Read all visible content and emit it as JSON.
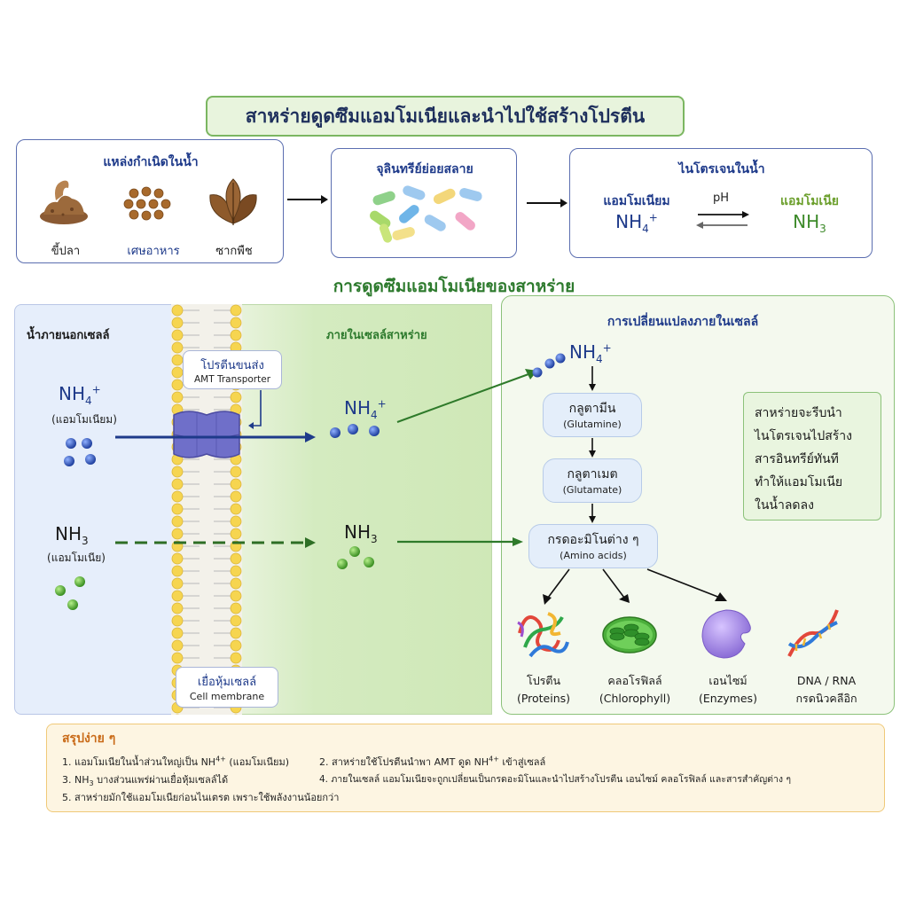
{
  "title": "สาหร่ายดูดซึมแอมโมเนียและนำไปใช้สร้างโปรตีน",
  "sources": {
    "title": "แหล่งกำเนิดในน้ำ",
    "items": [
      "ขี้ปลา",
      "เศษอาหาร",
      "ซากพืช"
    ]
  },
  "decomposition": {
    "title": "จุลินทรีย์ย่อยสลาย"
  },
  "nitrogen": {
    "title": "ไนโตรเจนในน้ำ",
    "ammonium_label": "แอมโมเนียม",
    "ammonium_formula": "NH",
    "ammonium_sub": "4",
    "ammonium_sup": "+",
    "ph_label": "pH",
    "ammonia_label": "แอมโมเนีย",
    "ammonia_formula": "NH",
    "ammonia_sub": "3"
  },
  "absorption_title": "การดูดซึมแอมโมเนียของสาหร่าย",
  "outside": {
    "label": "น้ำภายนอกเซลล์",
    "ammonium_formula": "NH",
    "ammonium_sub": "4",
    "ammonium_sup": "+",
    "ammonium_name": "(แอมโมเนียม)",
    "ammonia_formula": "NH",
    "ammonia_sub": "3",
    "ammonia_name": "(แอมโมเนีย)"
  },
  "transporter": {
    "th": "โปรตีนขนส่ง",
    "en": "AMT Transporter"
  },
  "membrane": {
    "th": "เยื่อหุ้มเซลล์",
    "en": "Cell membrane"
  },
  "inside": {
    "label": "ภายในเซลล์สาหร่าย",
    "ammonium_formula": "NH",
    "ammonium_sub": "4",
    "ammonium_sup": "+",
    "ammonia_formula": "NH",
    "ammonia_sub": "3"
  },
  "conversion": {
    "title": "การเปลี่ยนแปลงภายในเซลล์",
    "input_formula": "NH",
    "input_sub": "4",
    "input_sup": "+",
    "steps": [
      {
        "th": "กลูตามีน",
        "en": "(Glutamine)"
      },
      {
        "th": "กลูตาเมต",
        "en": "(Glutamate)"
      },
      {
        "th": "กรดอะมิโนต่าง ๆ",
        "en": "(Amino acids)"
      }
    ],
    "note_lines": [
      "สาหร่ายจะรีบนำ",
      "ไนโตรเจนไปสร้าง",
      "สารอินทรีย์ทันที",
      "ทำให้แอมโมเนีย",
      "ในน้ำลดลง"
    ],
    "products": [
      {
        "th": "โปรตีน",
        "en": "(Proteins)"
      },
      {
        "th": "คลอโรฟิลล์",
        "en": "(Chlorophyll)"
      },
      {
        "th": "เอนไซม์",
        "en": "(Enzymes)"
      },
      {
        "th": "DNA / RNA",
        "en": "กรดนิวคลีอิก"
      }
    ]
  },
  "summary": {
    "title": "สรุปง่าย ๆ",
    "items": [
      {
        "pre": "1.  แอมโมเนียในน้ำส่วนใหญ่เป็น NH",
        "sub": "",
        "sup": "4+",
        "post": " (แอมโมเนียม)"
      },
      {
        "pre": "2.  สาหร่ายใช้โปรตีนนำพา AMT ดูด NH",
        "sub": "",
        "sup": "4+",
        "post": " เข้าสู่เซลล์"
      },
      {
        "pre": "3.  NH",
        "sub": "3",
        "sup": "",
        "post": " บางส่วนแพร่ผ่านเยื่อหุ้มเซลล์ได้"
      },
      {
        "pre": "4.  ภายในเซลล์ แอมโมเนียจะถูกเปลี่ยนเป็นกรดอะมิโนและนำไปสร้างโปรตีน เอนไซม์ คลอโรฟิลล์ และสารสำคัญต่าง ๆ",
        "sub": "",
        "sup": "",
        "post": ""
      },
      {
        "pre": "5.  สาหร่ายมักใช้แอมโมเนียก่อนไนเตรต เพราะใช้พลังงานน้อยกว่า",
        "sub": "",
        "sup": "",
        "post": ""
      }
    ]
  },
  "colors": {
    "ammonium": "#1e3a8a",
    "ammonia": "#3d8a2a",
    "accent_orange": "#c96a17"
  }
}
